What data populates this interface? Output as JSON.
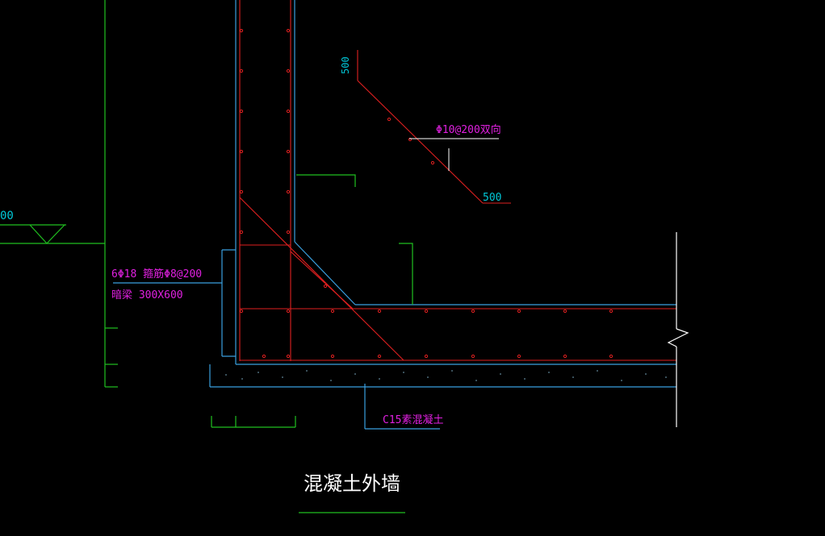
{
  "drawing": {
    "title": "混凝土外墙",
    "level_mark": "00",
    "slope_rebar_label": "Φ10@200双向",
    "dim_top": "500",
    "dim_bottom": "500",
    "beam_rebar_label": "6Φ18  箍筋Φ8@200",
    "beam_size_label": "暗梁 300X600",
    "cushion_label": "C15素混凝土"
  },
  "colors": {
    "background": "#000000",
    "rebar": "#e02020",
    "concrete_outline": "#3aa0e0",
    "green": "#20c020",
    "magenta": "#e020e0",
    "cyan": "#00c8d8",
    "white": "#ffffff"
  }
}
